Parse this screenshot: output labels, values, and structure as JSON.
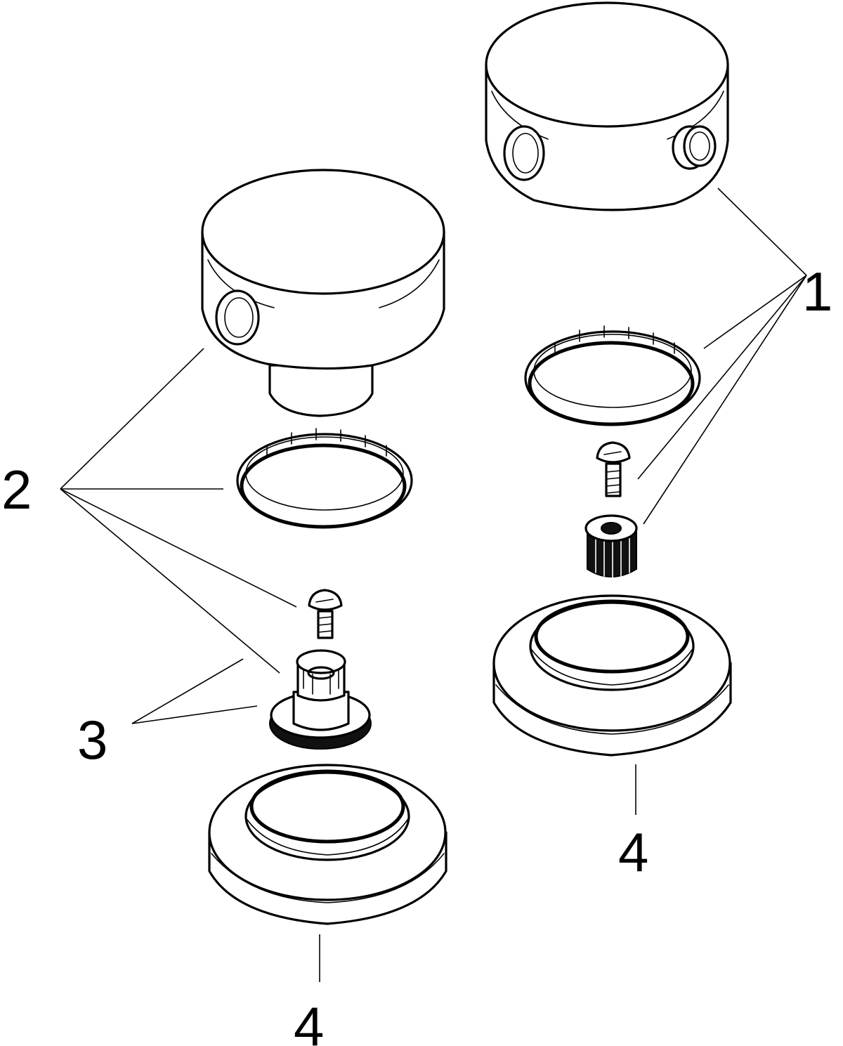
{
  "callouts": {
    "c1": "1",
    "c2": "2",
    "c3": "3",
    "c4_left": "4",
    "c4_right": "4"
  }
}
